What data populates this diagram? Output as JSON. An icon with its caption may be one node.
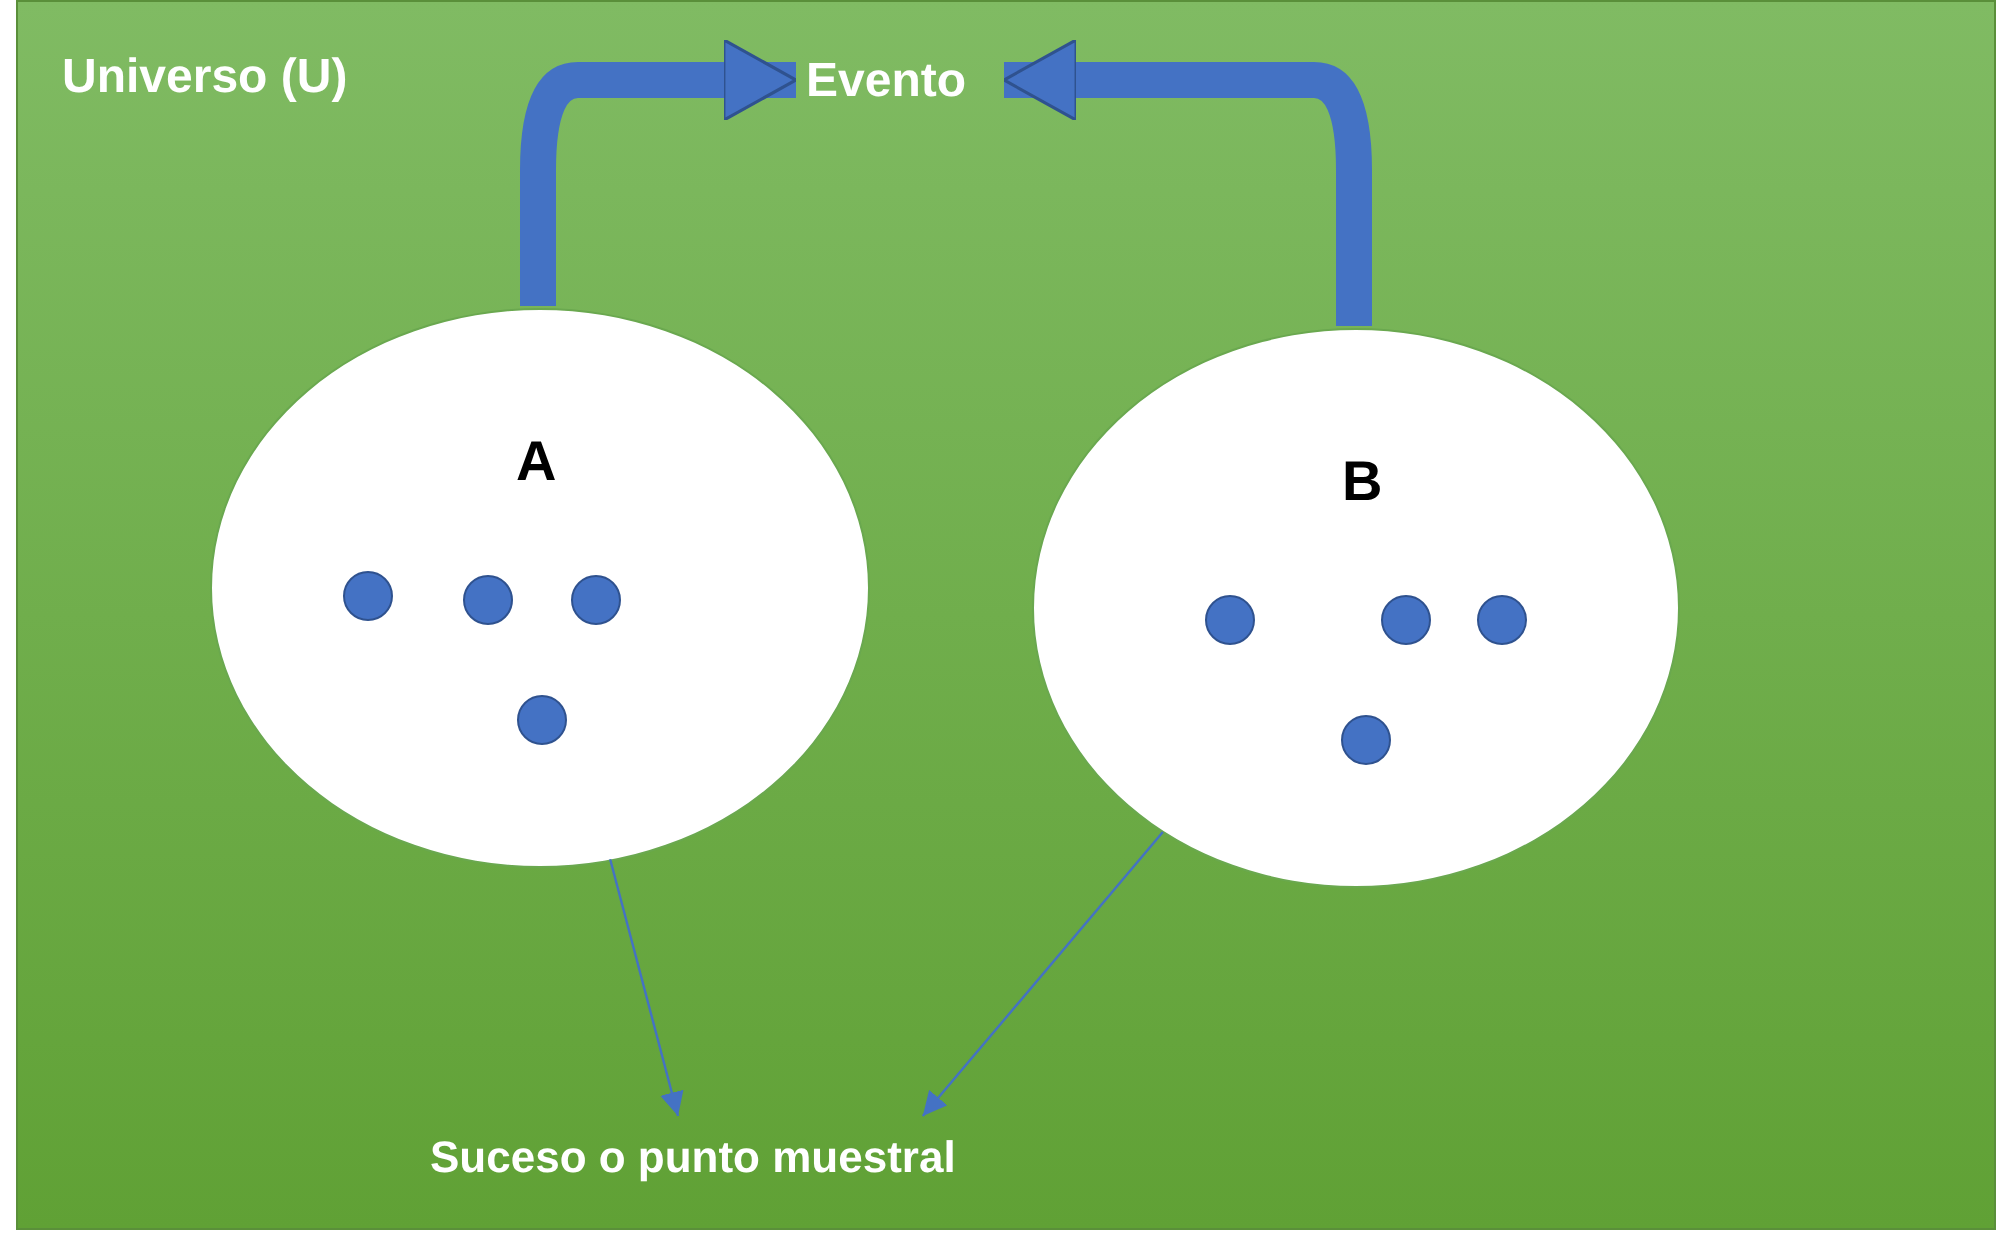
{
  "diagram": {
    "nodes": [
      {
        "text": [
          "Universo (U)"
        ]
      },
      {
        "text": [
          "Evento"
        ],
        "in": 0
      },
      {
        "text": [
          "A"
        ],
        "in": 0
      },
      {
        "text": [
          "B"
        ],
        "in": 0
      },
      {
        "text": [
          "Suceso o punto muestral"
        ],
        "in": 0
      }
    ],
    "edges": [
      {
        "from": 2,
        "to": 1,
        "arrow": "to",
        "style": "thick"
      },
      {
        "from": 3,
        "to": 1,
        "arrow": "to",
        "style": "thick"
      },
      {
        "from": 2,
        "to": 4,
        "arrow": "to"
      },
      {
        "from": 3,
        "to": 4,
        "arrow": "to"
      }
    ]
  }
}
